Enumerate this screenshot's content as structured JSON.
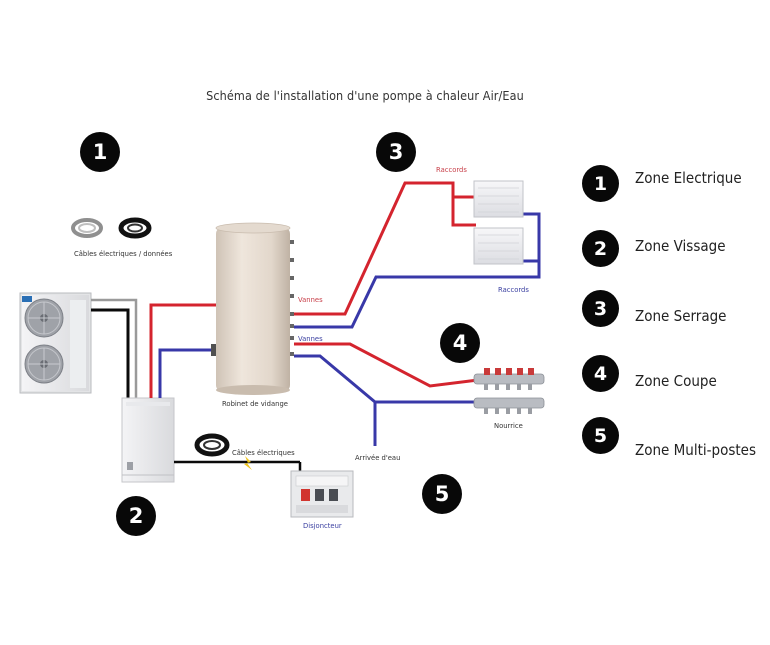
{
  "title": "Schéma de l'installation d'une pompe à chaleur Air/Eau",
  "labels": {
    "cables_donnees": "Câbles électriques / données",
    "raccords_top": "Raccords",
    "raccords_bottom": "Raccords",
    "vannes_top": "Vannes",
    "vannes_bottom": "Vannes",
    "robinet": "Robinet de vidange",
    "nourrice": "Nourrice",
    "arrivee_eau": "Arrivée d'eau",
    "cables_electriques": "Câbles électriques",
    "disjoncteur": "Disjoncteur"
  },
  "badges": {
    "one": "1",
    "two": "2",
    "three": "3",
    "four": "4",
    "five": "5"
  },
  "legend": [
    {
      "number": "1",
      "label": "Zone Electrique"
    },
    {
      "number": "2",
      "label": "Zone Vissage"
    },
    {
      "number": "3",
      "label": "Zone Serrage"
    },
    {
      "number": "4",
      "label": "Zone Coupe"
    },
    {
      "number": "5",
      "label": "Zone Multi-postes"
    }
  ],
  "colors": {
    "hot_pipe": "#d4242e",
    "cold_pipe": "#3838a8",
    "cable": "#0a0a0a",
    "grey_cable": "#9a9a9a",
    "tank": "#e8ddd2",
    "badge": "#080808"
  }
}
